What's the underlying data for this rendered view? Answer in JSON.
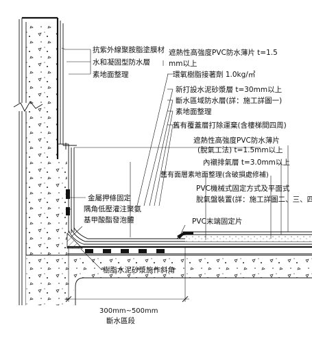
{
  "labels": {
    "uv_coating": "抗紫外線聚胺脂塗膜材",
    "cement_wp": "水和凝固型防水層",
    "substrate1": "素地面整理",
    "pvc_sheet1a": "遮熱性高強度PVC防水薄片 t=1.5",
    "pvc_sheet1b": "mm以上",
    "epoxy_adhesive": "環氧樹脂接著劑 1.0kg/㎡",
    "mortar_new": "新打設水泥砂漿層 t=30mm以上",
    "insulation_wp": "斷水區域防水層(詳：施工詳圖一)",
    "substrate2": "素地面整理",
    "remove_old": "舊有覆蓋層打除運棄(含樓梯間四周)",
    "pvc_sheet2a": "遮熱性高強度PVC防水薄片",
    "pvc_sheet2b": "(脫氣工法) t=1.5mm以上",
    "vent_layer": "內襯排氣層 t=3.0mm以上",
    "old_substrate": "舊有面層素地面整理(含破損處修補)",
    "pvc_mech_a": "PVC機械式固定方式及平面式",
    "pvc_mech_b": "脫氣盤裝置(詳：施工詳圖二、三、四)",
    "metal_strip": "金屬押條固定",
    "corner_a": "隅角低壓灌注聚氨",
    "corner_b": "基甲酸酯發泡體",
    "pvc_end": "PVC末端固定片",
    "resin_chamfer": "樹脂水泥砂漿施作斜角",
    "dim_text": "300mm~500mm",
    "zone_text": "斷水區段"
  }
}
